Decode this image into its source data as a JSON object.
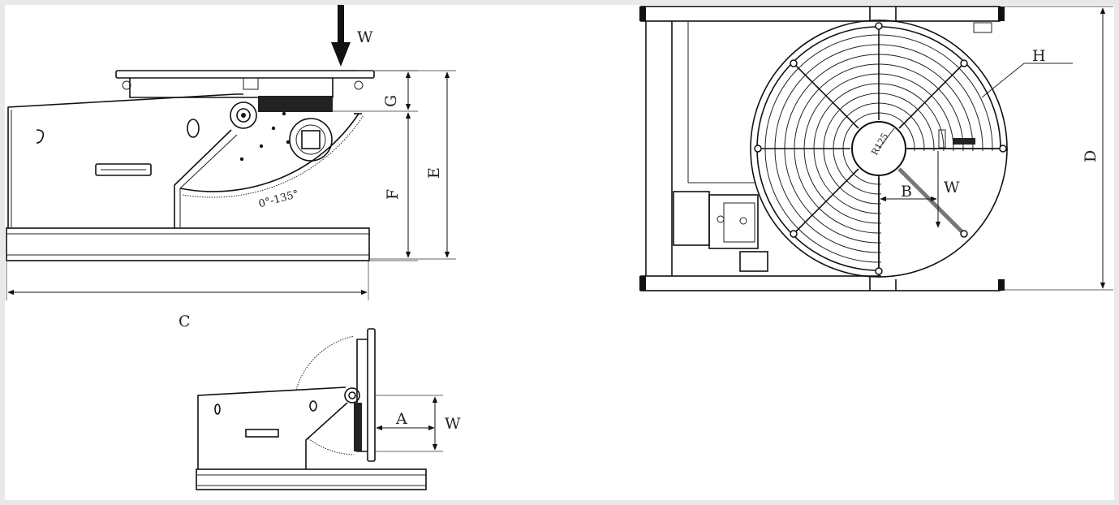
{
  "labels": {
    "side_load": "W",
    "side_width": "C",
    "side_top_height": "G",
    "side_pivot_height": "F",
    "side_total_height": "E",
    "tilt_range": "0°-135°",
    "tilted_offset": "A",
    "tilted_load": "W",
    "top_depth": "D",
    "top_table_dia": "H",
    "top_offset": "B",
    "top_load": "W",
    "top_radius": "R125"
  }
}
